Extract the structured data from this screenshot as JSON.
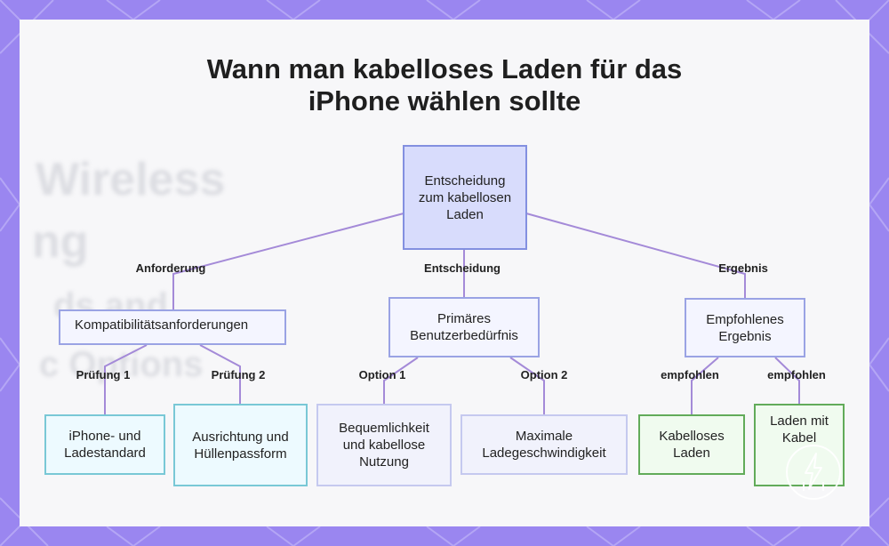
{
  "title": {
    "line1": "Wann man kabelloses Laden für das",
    "line2": "iPhone wählen sollte"
  },
  "background_text": {
    "word1": "Wireless",
    "word2": "ng",
    "word3": "ds and",
    "word4": "c Options"
  },
  "nodes": {
    "root": "Entscheidung zum kabellosen Laden",
    "compat": "Kompatibilitätsanforderungen",
    "primary_need": "Primäres Benutzerbedürfnis",
    "recommended": "Empfohlenes Ergebnis",
    "iphone_std": "iPhone- und Ladestandard",
    "alignment": "Ausrichtung und Hüllenpassform",
    "convenience": "Bequemlichkeit und kabellose Nutzung",
    "max_speed": "Maximale Ladegeschwindigkeit",
    "wireless": "Kabelloses Laden",
    "cable": "Laden mit Kabel"
  },
  "edge_labels": {
    "requirement": "Anforderung",
    "decision": "Entscheidung",
    "result": "Ergebnis",
    "check1": "Prüfung 1",
    "check2": "Prüfung 2",
    "option1": "Option 1",
    "option2": "Option 2",
    "recommended_left": "empfohlen",
    "recommended_right": "empfohlen"
  },
  "colors": {
    "background": "#9a86f0",
    "card": "#f7f7f9",
    "edge": "#a48ad8",
    "root_fill": "#d8dcfc",
    "cyan_border": "#79c8d6",
    "green_border": "#62ab5a"
  },
  "icons": {
    "watermark": "lightning-plug-icon"
  }
}
